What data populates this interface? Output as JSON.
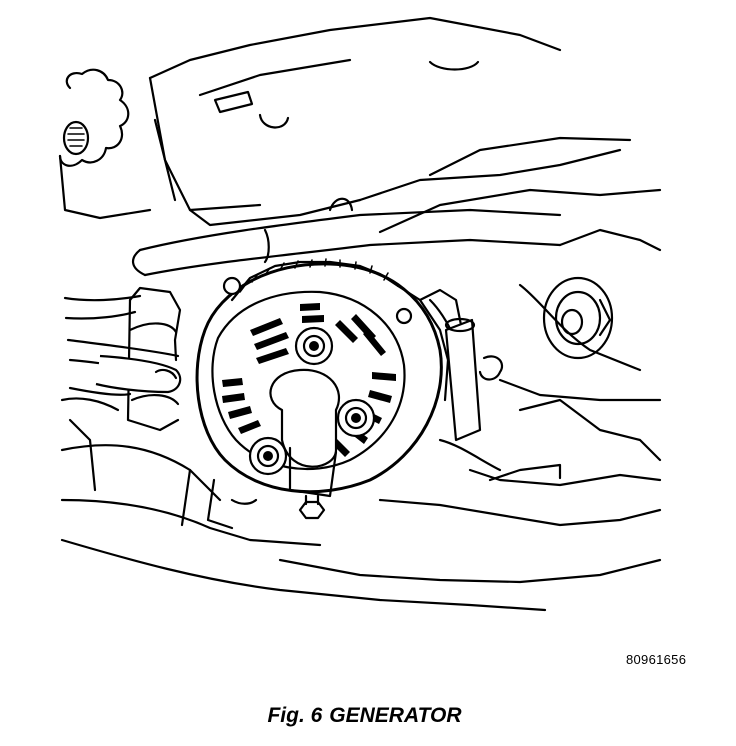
{
  "figure": {
    "reference_code": "80961656",
    "caption_prefix": "Fig. 6",
    "caption_title": "GENERATOR"
  },
  "colors": {
    "line": "#000000",
    "background": "#ffffff"
  }
}
